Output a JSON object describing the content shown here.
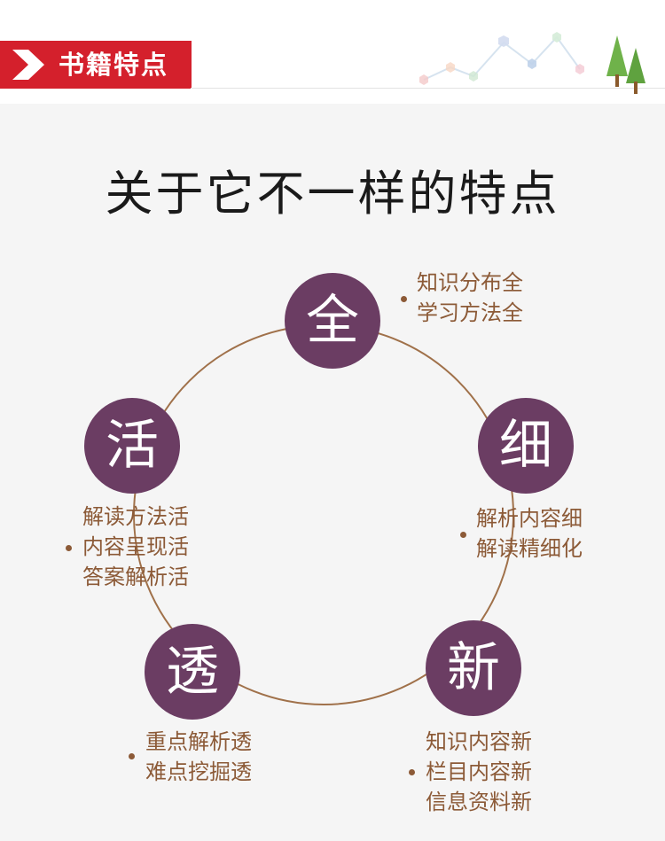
{
  "header": {
    "section_title": "书籍特点"
  },
  "headline": "关于它不一样的特点",
  "features": [
    {
      "key": "quan",
      "char": "全",
      "lines": [
        "知识分布全",
        "学习方法全"
      ]
    },
    {
      "key": "xi",
      "char": "细",
      "lines": [
        "解析内容细",
        "解读精细化"
      ]
    },
    {
      "key": "xin",
      "char": "新",
      "lines": [
        "知识内容新",
        "栏目内容新",
        "信息资料新"
      ]
    },
    {
      "key": "tou",
      "char": "透",
      "lines": [
        "重点解析透",
        "难点挖掘透"
      ]
    },
    {
      "key": "huo",
      "char": "活",
      "lines": [
        "解读方法活",
        "内容呈现活",
        "答案解析活"
      ]
    }
  ],
  "colors": {
    "banner": "#d4202c",
    "node": "#6b3d63",
    "ring": "#a0714a",
    "feature_text": "#8c5a37",
    "panel": "#f5f5f5"
  }
}
